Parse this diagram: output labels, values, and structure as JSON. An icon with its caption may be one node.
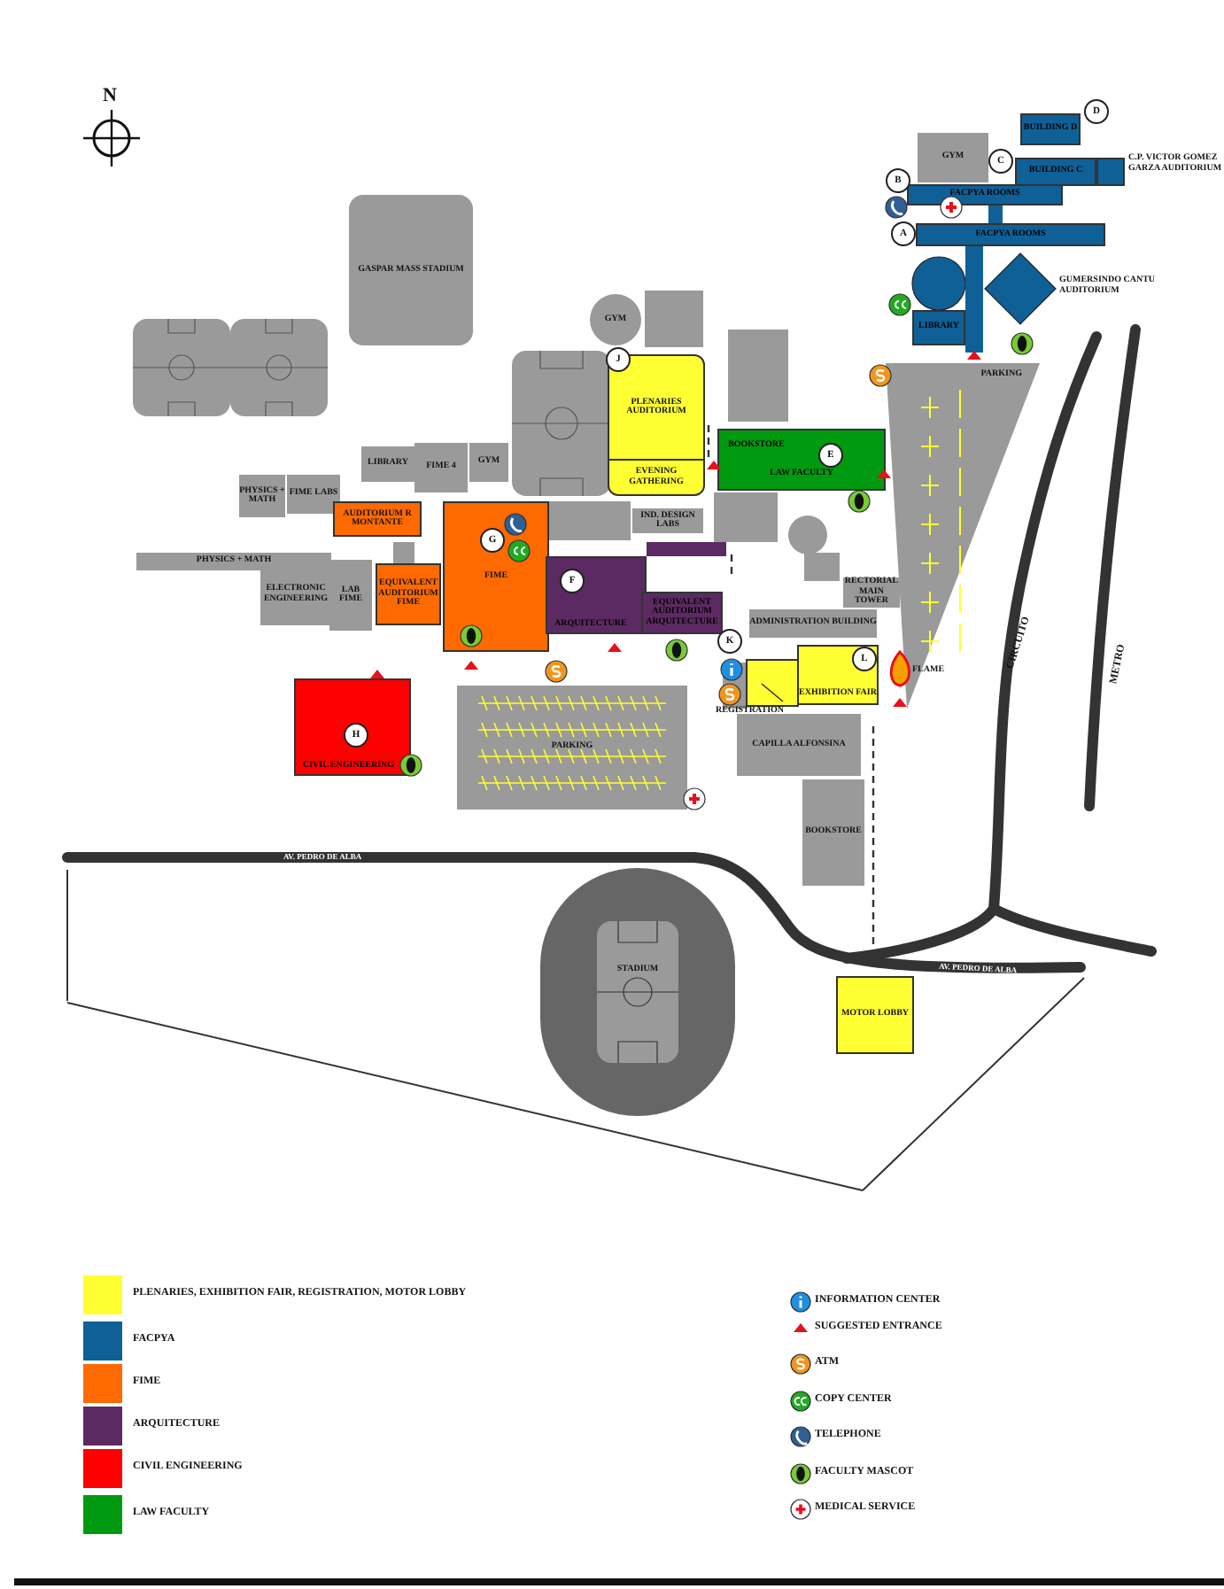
{
  "diagram": {
    "nodes": [
      {
        "text": [
          "BUILDING D"
        ]
      },
      {
        "text": [
          "D"
        ]
      },
      {
        "text": [
          "GYM"
        ]
      },
      {
        "text": [
          "BUILDING C"
        ]
      },
      {
        "text": [
          "C"
        ]
      },
      {
        "text": [],
        "shape": "box",
        "beside": [
          "C.P. VICTOR GOMEZ GARZA AUDITORIUM"
        ]
      },
      {
        "text": [
          "B"
        ]
      },
      {
        "text": [
          "FACPYA ROOMS"
        ]
      },
      {
        "text": [
          "A"
        ]
      },
      {
        "text": [
          "FACPYA ROOMS"
        ]
      },
      {
        "text": [
          "GASPAR MASS STADIUM"
        ]
      },
      {
        "text": [
          "LIBRARY"
        ]
      },
      {
        "text": [],
        "shape": "diamond",
        "beside": [
          "GUMERSINDO CANTU AUDITORIUM"
        ]
      },
      {
        "text": [
          "GYM"
        ]
      },
      {
        "text": [
          "J"
        ]
      },
      {
        "text": [
          "PLENARIES AUDITORIUM",
          "EVENING GATHERING"
        ]
      },
      {
        "text": [
          "BOOKSTORE",
          "LAW FACULTY"
        ]
      },
      {
        "text": [
          "E"
        ],
        "in": 16
      },
      {
        "text": [
          "LIBRARY"
        ]
      },
      {
        "text": [
          "FIME 4"
        ]
      },
      {
        "text": [
          "GYM"
        ]
      },
      {
        "text": [
          "PHYSICS + MATH"
        ]
      },
      {
        "text": [
          "FIME LABS"
        ]
      },
      {
        "text": [
          "AUDITORIUM R MONTANTE"
        ]
      },
      {
        "text": [
          "FIME"
        ]
      },
      {
        "text": [
          "G"
        ],
        "in": 24
      },
      {
        "text": [
          "IND. DESIGN LABS"
        ]
      },
      {
        "text": [
          "PHYSICS + MATH"
        ]
      },
      {
        "text": [
          "ELECTRONIC ENGINEERING"
        ]
      },
      {
        "text": [
          "LAB FIME"
        ]
      },
      {
        "text": [
          "EQUIVALENT AUDITORIUM FIME"
        ]
      },
      {
        "text": [
          "F"
        ],
        "in": 32
      },
      {
        "text": [
          "ARQUITECTURE"
        ]
      },
      {
        "text": [
          "EQUIVALENT AUDITORIUM ARQUITECTURE"
        ]
      },
      {
        "text": [
          "RECTORIAL MAIN TOWER"
        ]
      },
      {
        "text": [
          "ADMINISTRATION BUILDING"
        ]
      },
      {
        "text": [
          "PARKING"
        ]
      },
      {
        "text": [
          "K"
        ]
      },
      {
        "text": [
          "L"
        ],
        "in": 40
      },
      {
        "text": [],
        "shape": "box",
        "beside": [
          "REGISTRATION"
        ]
      },
      {
        "text": [
          "EXHIBITION FAIR"
        ]
      },
      {
        "text": [
          "CIVIL ENGINEERING"
        ]
      },
      {
        "text": [
          "H"
        ],
        "in": 41
      },
      {
        "text": [
          "PARKING"
        ]
      },
      {
        "text": [
          "CAPILLA ALFONSINA"
        ]
      },
      {
        "text": [
          "BOOKSTORE"
        ]
      },
      {
        "text": [
          "STADIUM"
        ]
      },
      {
        "text": [
          "MOTOR LOBBY"
        ]
      }
    ],
    "labels": [
      "N",
      "FLAME",
      "AV. PEDRO DE ALBA",
      "CIRCUITO",
      "METRO",
      "AV. PEDRO DE ALBA"
    ],
    "legend": [
      {
        "text": "PLENARIES, EXHIBITION FAIR, REGISTRATION, MOTOR LOBBY",
        "color": "#ffff33"
      },
      {
        "text": "FACPYA",
        "color": "#0f6096"
      },
      {
        "text": "FIME",
        "color": "#ff6a00"
      },
      {
        "text": "ARQUITECTURE",
        "color": "#5c2a62"
      },
      {
        "text": "CIVIL ENGINEERING",
        "color": "#ff0000"
      },
      {
        "text": "LAW FACULTY",
        "color": "#009a10"
      },
      {
        "text": "INFORMATION CENTER"
      },
      {
        "text": "SUGGESTED ENTRANCE"
      },
      {
        "text": "ATM"
      },
      {
        "text": "COPY CENTER"
      },
      {
        "text": "TELEPHONE"
      },
      {
        "text": "FACULTY MASCOT"
      },
      {
        "text": "MEDICAL SERVICE"
      }
    ]
  }
}
